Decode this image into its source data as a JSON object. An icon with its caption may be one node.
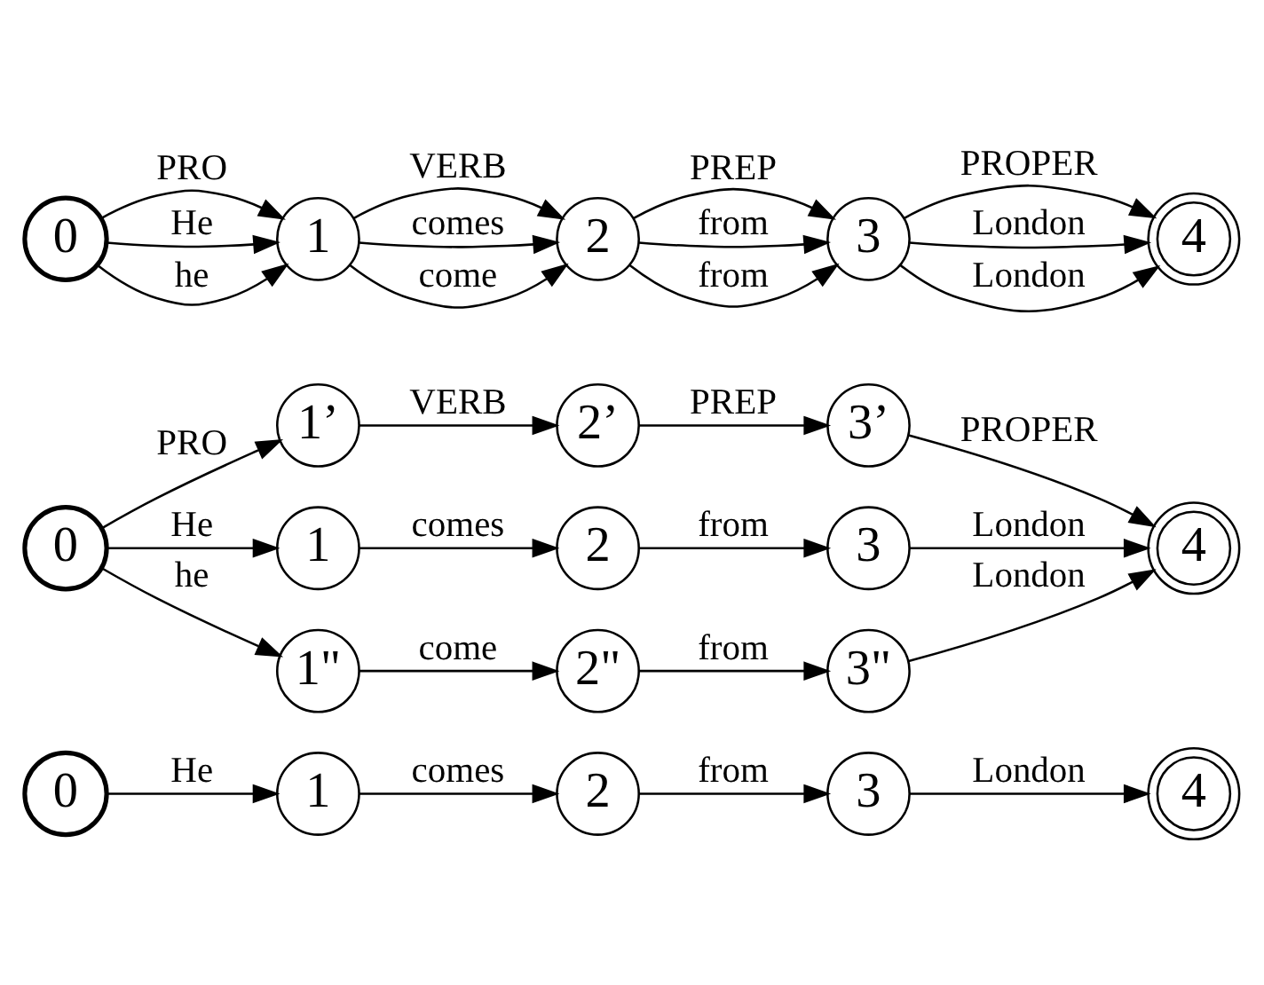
{
  "diagram": {
    "nodes": [
      {
        "text": [
          "0"
        ]
      },
      {
        "text": [
          "1"
        ]
      },
      {
        "text": [
          "2"
        ]
      },
      {
        "text": [
          "3"
        ]
      },
      {
        "text": [
          "4"
        ]
      },
      {
        "text": [
          "0"
        ]
      },
      {
        "text": [
          "1’"
        ]
      },
      {
        "text": [
          "2’"
        ]
      },
      {
        "text": [
          "3’"
        ]
      },
      {
        "text": [
          "1"
        ]
      },
      {
        "text": [
          "2"
        ]
      },
      {
        "text": [
          "3"
        ]
      },
      {
        "text": [
          "1\""
        ]
      },
      {
        "text": [
          "2\""
        ]
      },
      {
        "text": [
          "3\""
        ]
      },
      {
        "text": [
          "4"
        ]
      },
      {
        "text": [
          "0"
        ]
      },
      {
        "text": [
          "1"
        ]
      },
      {
        "text": [
          "2"
        ]
      },
      {
        "text": [
          "3"
        ]
      },
      {
        "text": [
          "4"
        ]
      }
    ],
    "edges": [
      {
        "from": 0,
        "to": 1,
        "arrow": "to",
        "label": "He"
      },
      {
        "from": 1,
        "to": 2,
        "arrow": "to",
        "label": "comes"
      },
      {
        "from": 2,
        "to": 3,
        "arrow": "to",
        "label": "from"
      },
      {
        "from": 3,
        "to": 4,
        "arrow": "to",
        "label": "London"
      },
      {
        "from": 5,
        "to": 6,
        "arrow": "to",
        "label": "PRO"
      },
      {
        "from": 6,
        "to": 7,
        "arrow": "to",
        "label": "VERB"
      },
      {
        "from": 7,
        "to": 8,
        "arrow": "to",
        "label": "PREP"
      },
      {
        "from": 8,
        "to": 15,
        "arrow": "to",
        "label": "PROPER"
      },
      {
        "from": 5,
        "to": 9,
        "arrow": "to",
        "label": "He"
      },
      {
        "from": 9,
        "to": 10,
        "arrow": "to",
        "label": "comes"
      },
      {
        "from": 10,
        "to": 11,
        "arrow": "to",
        "label": "from"
      },
      {
        "from": 11,
        "to": 15,
        "arrow": "to",
        "label": "London"
      },
      {
        "from": 5,
        "to": 12,
        "arrow": "to",
        "label": "he"
      },
      {
        "from": 12,
        "to": 13,
        "arrow": "to",
        "label": "come"
      },
      {
        "from": 13,
        "to": 14,
        "arrow": "to",
        "label": "from"
      },
      {
        "from": 14,
        "to": 15,
        "arrow": "to",
        "label": "London"
      },
      {
        "from": 16,
        "to": 17,
        "arrow": "to",
        "label": "PRO"
      },
      {
        "from": 16,
        "to": 17,
        "arrow": "to",
        "label": "He"
      },
      {
        "from": 16,
        "to": 17,
        "arrow": "to",
        "label": "he"
      },
      {
        "from": 17,
        "to": 18,
        "arrow": "to",
        "label": "VERB"
      },
      {
        "from": 17,
        "to": 18,
        "arrow": "to",
        "label": "comes"
      },
      {
        "from": 17,
        "to": 18,
        "arrow": "to",
        "label": "come"
      },
      {
        "from": 18,
        "to": 19,
        "arrow": "to",
        "label": "PREP"
      },
      {
        "from": 18,
        "to": 19,
        "arrow": "to",
        "label": "from"
      },
      {
        "from": 18,
        "to": 19,
        "arrow": "to",
        "label": "from"
      },
      {
        "from": 19,
        "to": 20,
        "arrow": "to",
        "label": "PROPER"
      },
      {
        "from": 19,
        "to": 20,
        "arrow": "to",
        "label": "London"
      },
      {
        "from": 19,
        "to": 20,
        "arrow": "to",
        "label": "London"
      }
    ]
  }
}
